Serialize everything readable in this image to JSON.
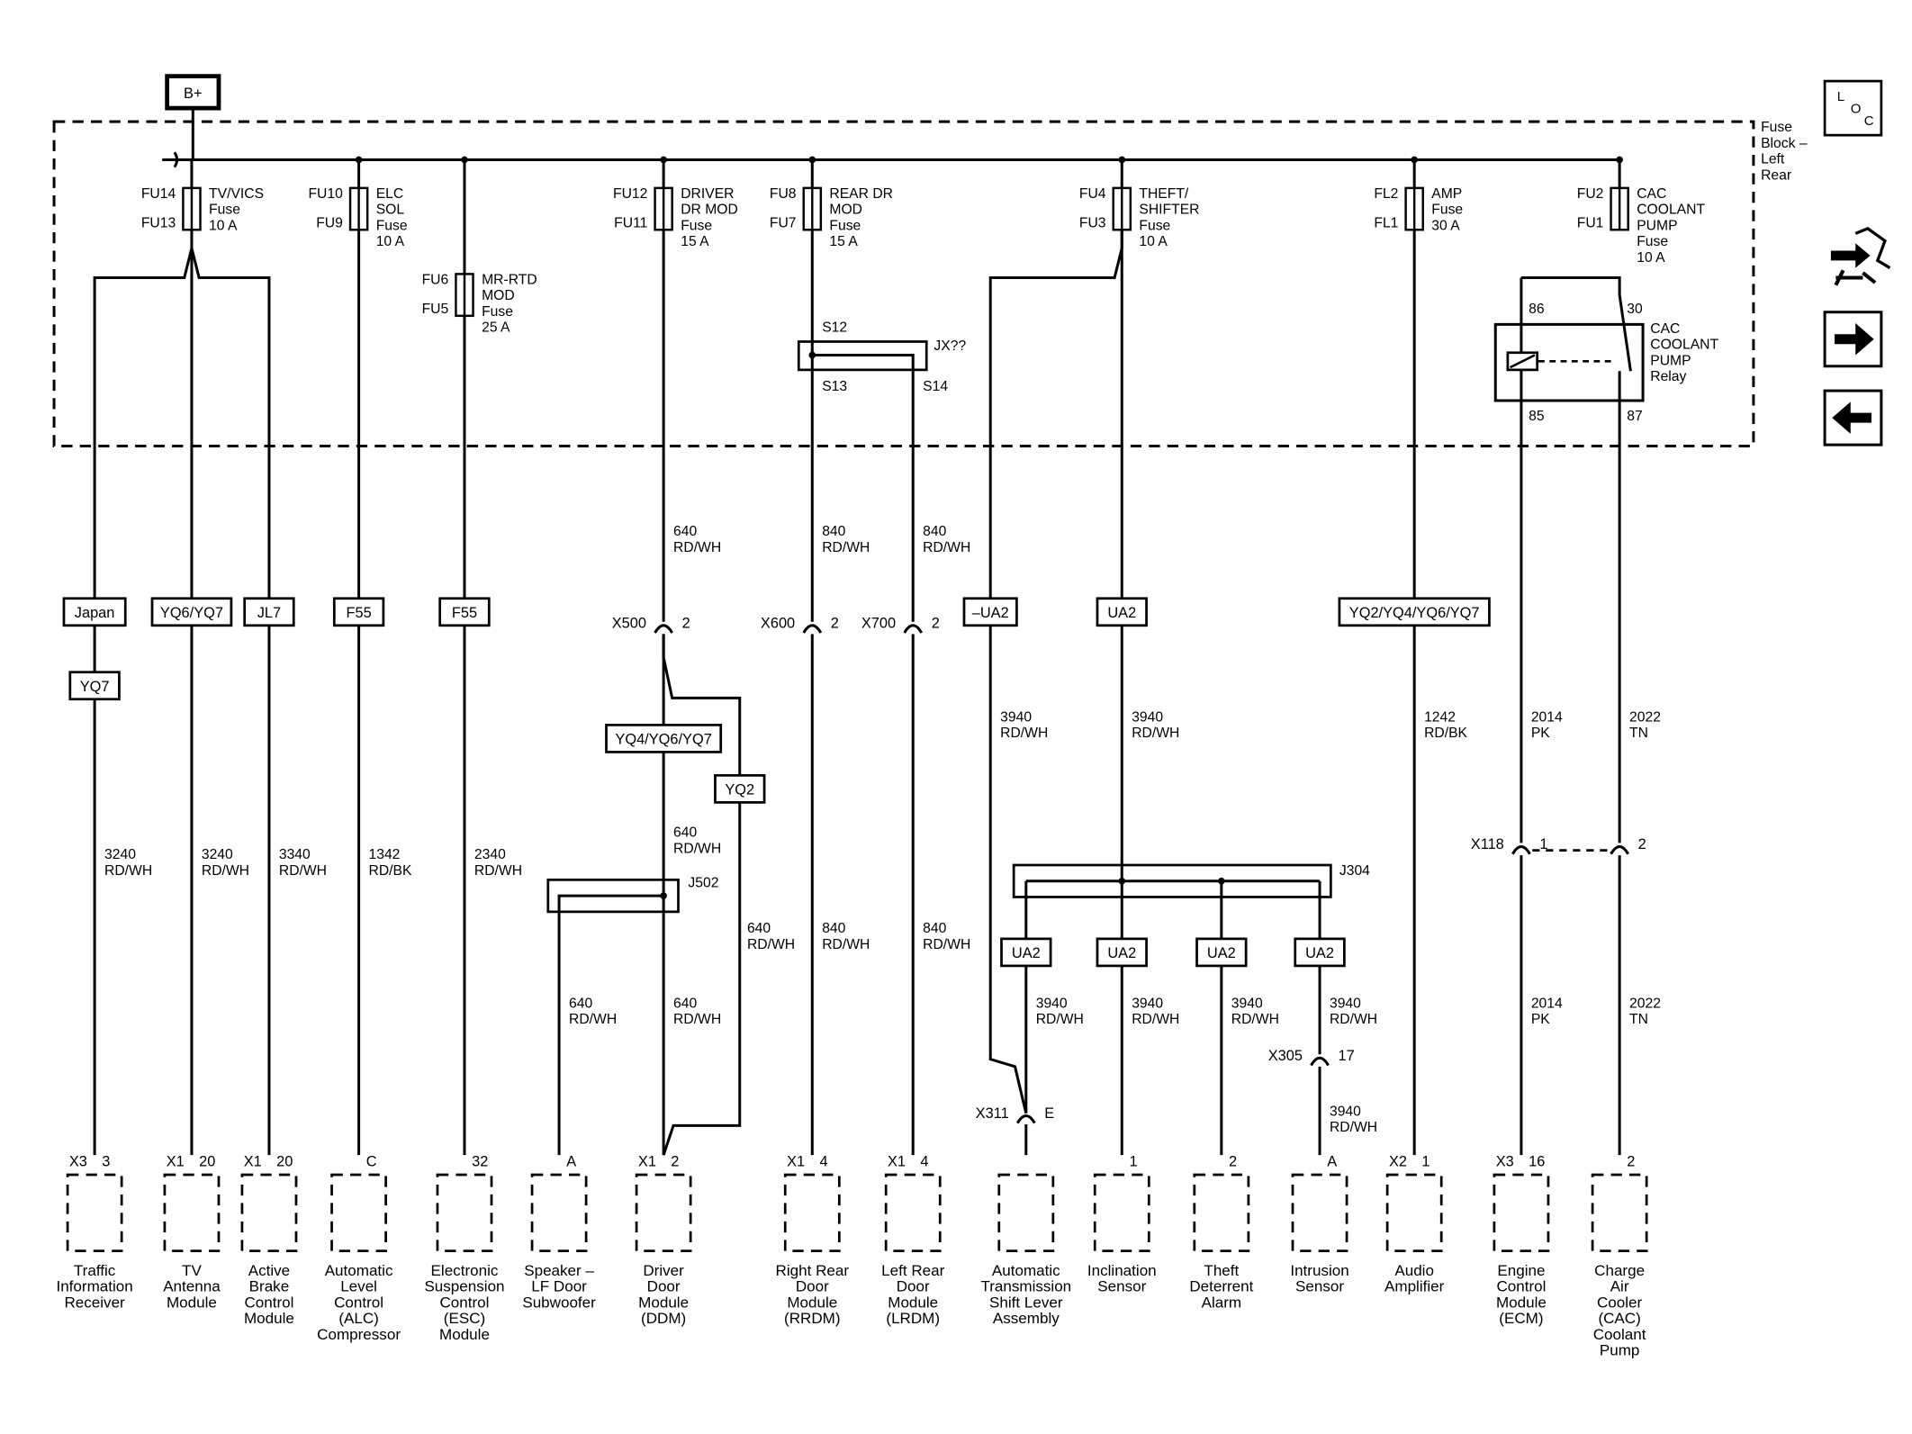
{
  "header": {
    "power_label": "B+",
    "fuse_block_label": [
      "Fuse",
      "Block –",
      "Left",
      "Rear"
    ],
    "loc_icon": "loc-icon",
    "nav_icons": [
      "connector-view-icon",
      "next-page-arrow-icon",
      "previous-page-arrow-icon"
    ]
  },
  "fuses": [
    {
      "id": "fu14",
      "top": "FU14",
      "bottom": "FU13",
      "name": [
        "TV/VICS",
        "Fuse",
        "10 A"
      ]
    },
    {
      "id": "fu10",
      "top": "FU10",
      "bottom": "FU9",
      "name": [
        "ELC",
        "SOL",
        "Fuse",
        "10 A"
      ]
    },
    {
      "id": "fu6",
      "top": "FU6",
      "bottom": "FU5",
      "name": [
        "MR-RTD",
        "MOD",
        "Fuse",
        "25 A"
      ]
    },
    {
      "id": "fu12",
      "top": "FU12",
      "bottom": "FU11",
      "name": [
        "DRIVER",
        "DR MOD",
        "Fuse",
        "15 A"
      ]
    },
    {
      "id": "fu8",
      "top": "FU8",
      "bottom": "FU7",
      "name": [
        "REAR DR",
        "MOD",
        "Fuse",
        "15 A"
      ]
    },
    {
      "id": "fu4",
      "top": "FU4",
      "bottom": "FU3",
      "name": [
        "THEFT/",
        "SHIFTER",
        "Fuse",
        "10 A"
      ]
    },
    {
      "id": "fl2",
      "top": "FL2",
      "bottom": "FL1",
      "name": [
        "AMP",
        "Fuse",
        "30 A"
      ]
    },
    {
      "id": "fu2",
      "top": "FU2",
      "bottom": "FU1",
      "name": [
        "CAC",
        "COOLANT",
        "PUMP",
        "Fuse",
        "10 A"
      ]
    }
  ],
  "relay": {
    "name": [
      "CAC",
      "COOLANT",
      "PUMP",
      "Relay"
    ],
    "pins": [
      "86",
      "30",
      "85",
      "87"
    ]
  },
  "splices": {
    "jx": "JX??",
    "s12": "S12",
    "s13": "S13",
    "s14": "S14",
    "j502": "J502",
    "j304": "J304"
  },
  "options": [
    "Japan",
    "YQ7",
    "YQ6/YQ7",
    "JL7",
    "F55",
    "F55",
    "–UA2",
    "UA2",
    "YQ2/YQ4/YQ6/YQ7",
    "YQ4/YQ6/YQ7",
    "YQ2",
    "UA2",
    "UA2",
    "UA2",
    "UA2"
  ],
  "connectors": [
    {
      "name": "X500",
      "pin": "2"
    },
    {
      "name": "X600",
      "pin": "2"
    },
    {
      "name": "X700",
      "pin": "2"
    },
    {
      "name": "X118",
      "pin": "1"
    },
    {
      "name": "",
      "pin": "2"
    },
    {
      "name": "X311",
      "pin": "E"
    },
    {
      "name": "X305",
      "pin": "17"
    }
  ],
  "wires": [
    {
      "circuit": "3240",
      "color": "RD/WH"
    },
    {
      "circuit": "3240",
      "color": "RD/WH"
    },
    {
      "circuit": "3340",
      "color": "RD/WH"
    },
    {
      "circuit": "1342",
      "color": "RD/BK"
    },
    {
      "circuit": "2340",
      "color": "RD/WH"
    },
    {
      "circuit": "640",
      "color": "RD/WH"
    },
    {
      "circuit": "840",
      "color": "RD/WH"
    },
    {
      "circuit": "840",
      "color": "RD/WH"
    },
    {
      "circuit": "640",
      "color": "RD/WH"
    },
    {
      "circuit": "640",
      "color": "RD/WH"
    },
    {
      "circuit": "640",
      "color": "RD/WH"
    },
    {
      "circuit": "640",
      "color": "RD/WH"
    },
    {
      "circuit": "840",
      "color": "RD/WH"
    },
    {
      "circuit": "840",
      "color": "RD/WH"
    },
    {
      "circuit": "3940",
      "color": "RD/WH"
    },
    {
      "circuit": "3940",
      "color": "RD/WH"
    },
    {
      "circuit": "1242",
      "color": "RD/BK"
    },
    {
      "circuit": "2014",
      "color": "PK"
    },
    {
      "circuit": "2022",
      "color": "TN"
    },
    {
      "circuit": "3940",
      "color": "RD/WH"
    },
    {
      "circuit": "3940",
      "color": "RD/WH"
    },
    {
      "circuit": "3940",
      "color": "RD/WH"
    },
    {
      "circuit": "3940",
      "color": "RD/WH"
    },
    {
      "circuit": "2014",
      "color": "PK"
    },
    {
      "circuit": "2022",
      "color": "TN"
    },
    {
      "circuit": "3940",
      "color": "RD/WH"
    }
  ],
  "components": [
    {
      "conn": "X3",
      "pin": "3",
      "name": [
        "Traffic",
        "Information",
        "Receiver"
      ]
    },
    {
      "conn": "X1",
      "pin": "20",
      "name": [
        "TV",
        "Antenna",
        "Module"
      ]
    },
    {
      "conn": "X1",
      "pin": "20",
      "name": [
        "Active",
        "Brake",
        "Control",
        "Module"
      ]
    },
    {
      "conn": "",
      "pin": "C",
      "name": [
        "Automatic",
        "Level",
        "Control",
        "(ALC)",
        "Compressor"
      ]
    },
    {
      "conn": "",
      "pin": "32",
      "name": [
        "Electronic",
        "Suspension",
        "Control",
        "(ESC)",
        "Module"
      ]
    },
    {
      "conn": "",
      "pin": "A",
      "name": [
        "Speaker –",
        "LF Door",
        "Subwoofer"
      ]
    },
    {
      "conn": "X1",
      "pin": "2",
      "name": [
        "Driver",
        "Door",
        "Module",
        "(DDM)"
      ]
    },
    {
      "conn": "X1",
      "pin": "4",
      "name": [
        "Right Rear",
        "Door",
        "Module",
        "(RRDM)"
      ]
    },
    {
      "conn": "X1",
      "pin": "4",
      "name": [
        "Left Rear",
        "Door",
        "Module",
        "(LRDM)"
      ]
    },
    {
      "conn": "",
      "pin": "",
      "name": [
        "Automatic",
        "Transmission",
        "Shift Lever",
        "Assembly"
      ]
    },
    {
      "conn": "",
      "pin": "1",
      "name": [
        "Inclination",
        "Sensor"
      ]
    },
    {
      "conn": "",
      "pin": "2",
      "name": [
        "Theft",
        "Deterrent",
        "Alarm"
      ]
    },
    {
      "conn": "",
      "pin": "A",
      "name": [
        "Intrusion",
        "Sensor"
      ]
    },
    {
      "conn": "X2",
      "pin": "1",
      "name": [
        "Audio",
        "Amplifier"
      ]
    },
    {
      "conn": "X3",
      "pin": "16",
      "name": [
        "Engine",
        "Control",
        "Module",
        "(ECM)"
      ]
    },
    {
      "conn": "",
      "pin": "2",
      "name": [
        "Charge",
        "Air",
        "Cooler",
        "(CAC)",
        "Coolant",
        "Pump"
      ]
    }
  ]
}
